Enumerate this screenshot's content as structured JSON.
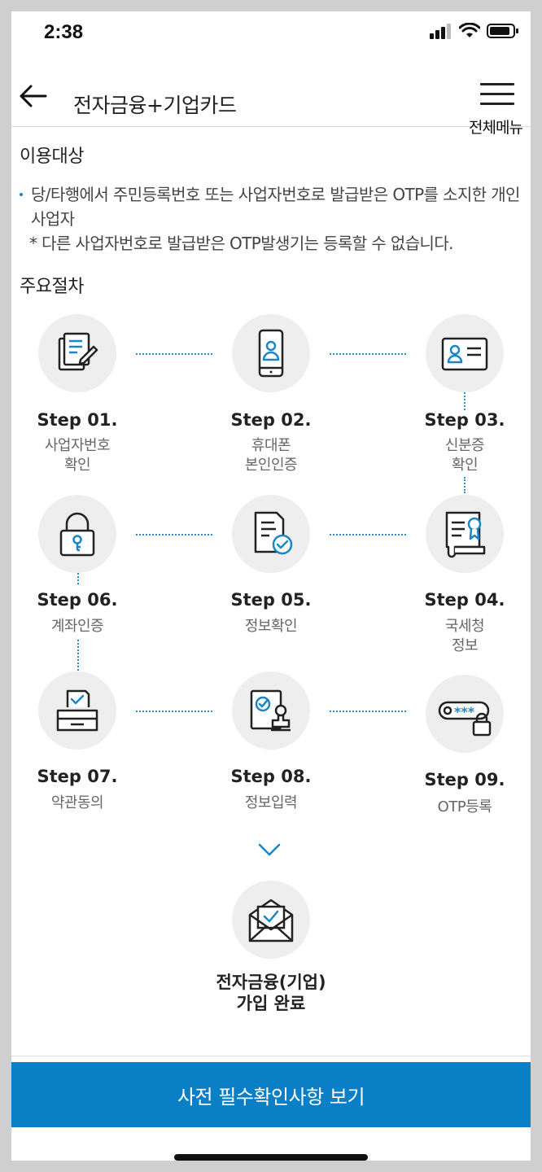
{
  "status_bar": {
    "time": "2:38"
  },
  "header": {
    "title": "전자금융+기업카드",
    "menu_label": "전체메뉴"
  },
  "eligibility": {
    "title": "이용대상",
    "line1": "당/타행에서 주민등록번호 또는 사업자번호로 발급받은 OTP를 소지한 개인사업자",
    "note": "* 다른 사업자번호로 발급받은 OTP발생기는 등록할 수 없습니다."
  },
  "procedure": {
    "title": "주요절차",
    "steps": [
      {
        "title": "Step 01.",
        "desc": "사업자번호\n확인",
        "icon": "document-edit-icon"
      },
      {
        "title": "Step 02.",
        "desc": "휴대폰\n본인인증",
        "icon": "smartphone-user-icon"
      },
      {
        "title": "Step 03.",
        "desc": "신분증\n확인",
        "icon": "id-card-icon"
      },
      {
        "title": "Step 04.",
        "desc": "국세청\n정보",
        "icon": "certificate-icon"
      },
      {
        "title": "Step 05.",
        "desc": "정보확인",
        "icon": "document-check-icon"
      },
      {
        "title": "Step 06.",
        "desc": "계좌인증",
        "icon": "padlock-key-icon"
      },
      {
        "title": "Step 07.",
        "desc": "약관동의",
        "icon": "inbox-check-icon"
      },
      {
        "title": "Step 08.",
        "desc": "정보입력",
        "icon": "document-stamp-icon"
      },
      {
        "title": "Step 09.",
        "desc": "OTP등록",
        "icon": "password-lock-icon"
      }
    ],
    "complete_line1": "전자금융(기업)",
    "complete_line2": "가입 완료"
  },
  "cta": {
    "label": "사전 필수확인사항 보기"
  },
  "colors": {
    "accent": "#0b7fc6",
    "icon_blue": "#1a86c8",
    "circle_bg": "#eeeeee"
  }
}
